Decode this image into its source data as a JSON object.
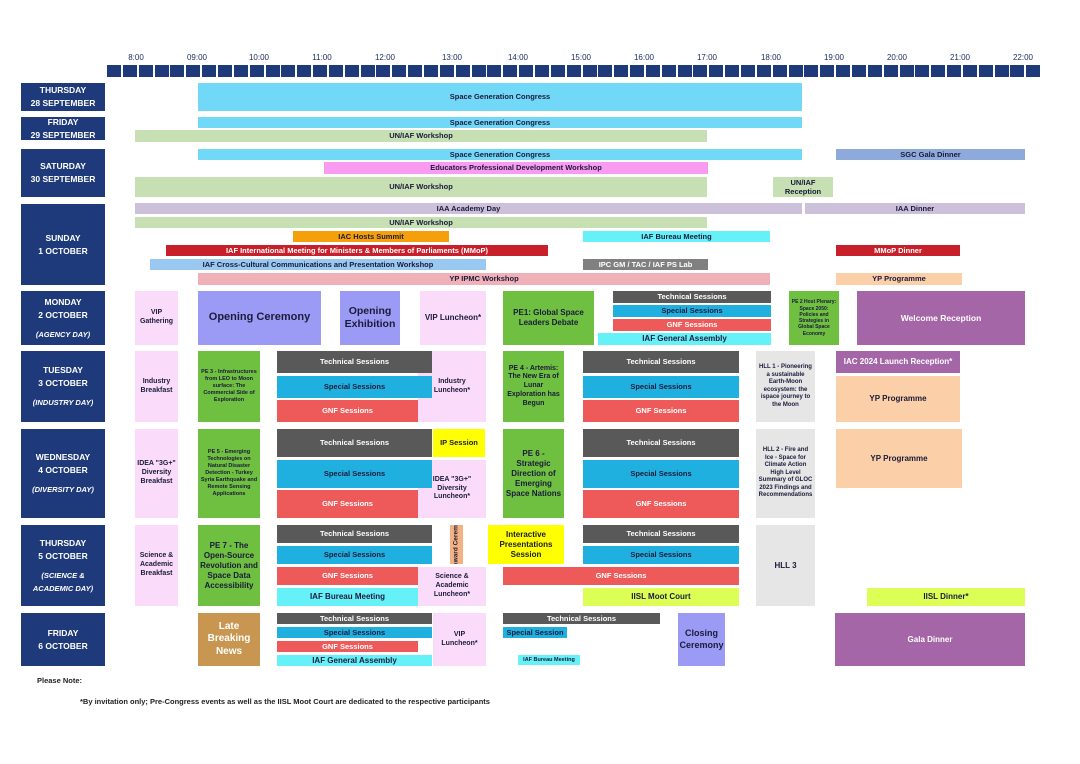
{
  "timeline": [
    "8:00",
    "09:00",
    "10:00",
    "11:00",
    "12:00",
    "13:00",
    "14:00",
    "15:00",
    "16:00",
    "17:00",
    "18:00",
    "19:00",
    "20:00",
    "21:00",
    "22:00"
  ],
  "days": [
    {
      "name": "THURSDAY",
      "date": "28 SEPTEMBER",
      "theme": ""
    },
    {
      "name": "FRIDAY",
      "date": "29 SEPTEMBER",
      "theme": ""
    },
    {
      "name": "SATURDAY",
      "date": "30 SEPTEMBER",
      "theme": ""
    },
    {
      "name": "SUNDAY",
      "date": "1 OCTOBER",
      "theme": ""
    },
    {
      "name": "MONDAY",
      "date": "2 OCTOBER",
      "theme": "(AGENCY DAY)"
    },
    {
      "name": "TUESDAY",
      "date": "3 OCTOBER",
      "theme": "(INDUSTRY DAY)"
    },
    {
      "name": "WEDNESDAY",
      "date": "4 OCTOBER",
      "theme": "(DIVERSITY DAY)"
    },
    {
      "name": "THURSDAY",
      "date": "5 OCTOBER",
      "theme": "(SCIENCE & ACADEMIC DAY)"
    },
    {
      "name": "FRIDAY",
      "date": "6 OCTOBER",
      "theme": ""
    }
  ],
  "colors": {
    "header": "#1f3a7a",
    "sgc": "#72d8f8",
    "workshop": "#c6e0b4",
    "technical": "#595959",
    "special": "#1fb0e0",
    "gnf": "#ee5a5a",
    "plenary": "#6fbf40",
    "ceremony": "#9b9bf5",
    "reception": "#a566a8"
  },
  "events": [
    {
      "label": "Space Generation Congress"
    },
    {
      "label": "Space Generation Congress"
    },
    {
      "label": "UN/IAF Workshop"
    },
    {
      "label": "Space Generation Congress"
    },
    {
      "label": "SGC Gala Dinner"
    },
    {
      "label": "Educators Professional Development Workshop"
    },
    {
      "label": "UN/IAF Workshop"
    },
    {
      "label": "UN/IAF Reception"
    },
    {
      "label": "IAA Academy Day"
    },
    {
      "label": "IAA Dinner"
    },
    {
      "label": "UN/IAF Workshop"
    },
    {
      "label": "IAC Hosts Summit"
    },
    {
      "label": "IAF International Meeting for Ministers & Members of Parliaments (MMoP)"
    },
    {
      "label": "IAF Bureau Meeting"
    },
    {
      "label": "MMoP Dinner"
    },
    {
      "label": "IAF Cross-Cultural Communications and Presentation Workshop"
    },
    {
      "label": "IPC GM / TAC / IAF PS Lab"
    },
    {
      "label": "YP IPMC Workshop"
    },
    {
      "label": "YP Programme"
    },
    {
      "label": "VIP Gathering"
    },
    {
      "label": "Opening Ceremony"
    },
    {
      "label": "Opening Exhibition"
    },
    {
      "label": "VIP Luncheon*"
    },
    {
      "label": "PE1: Global Space Leaders Debate"
    },
    {
      "label": "Technical Sessions"
    },
    {
      "label": "Special Sessions"
    },
    {
      "label": "GNF Sessions"
    },
    {
      "label": "IAF General Assembly"
    },
    {
      "label": "PE 2 Host Plenary: Space 2050: Policies and Strategies in Global Space Economy"
    },
    {
      "label": "Welcome Reception"
    },
    {
      "label": "Industry Breakfast"
    },
    {
      "label": "PE 3 - Infrastructures from LEO to Moon surface: The Commercial Side of Exploration"
    },
    {
      "label": "Technical Sessions"
    },
    {
      "label": "Special Sessions"
    },
    {
      "label": "GNF Sessions"
    },
    {
      "label": "Industry Luncheon*"
    },
    {
      "label": "PE 4 - Artemis: The New Era of Lunar Exploration has Begun"
    },
    {
      "label": "Technical Sessions"
    },
    {
      "label": "Special Sessions"
    },
    {
      "label": "GNF Sessions"
    },
    {
      "label": "HLL 1 - Pioneering a sustainable Earth-Moon ecosystem: the ispace journey to the Moon"
    },
    {
      "label": "IAC 2024 Launch Reception*"
    },
    {
      "label": "YP Programme"
    },
    {
      "label": "IDEA \"3G+\" Diversity Breakfast"
    },
    {
      "label": "PE 5 - Emerging Technologies on Natural Disaster Detection - Turkey Syria Earthquake and Remote Sensing Applications"
    },
    {
      "label": "Technical Sessions"
    },
    {
      "label": "Special Sessions"
    },
    {
      "label": "GNF Sessions"
    },
    {
      "label": "IP Session"
    },
    {
      "label": "IDEA \"3G+\" Diversity Luncheon*"
    },
    {
      "label": "PE 6 - Strategic Direction of Emerging Space Nations"
    },
    {
      "label": "Technical Sessions"
    },
    {
      "label": "Special Sessions"
    },
    {
      "label": "GNF Sessions"
    },
    {
      "label": "HLL 2 - Fire and Ice - Space for Climate Action High Level Summary of GLOC 2023 Findings and Recommendations"
    },
    {
      "label": "YP Programme"
    },
    {
      "label": "Science & Academic Breakfast"
    },
    {
      "label": "PE 7 - The Open-Source Revolution and Space Data Accessibility"
    },
    {
      "label": "Technical Sessions"
    },
    {
      "label": "Special Sessions"
    },
    {
      "label": "GNF Sessions"
    },
    {
      "label": "IAF Bureau Meeting"
    },
    {
      "label": "IP Award Ceremony"
    },
    {
      "label": "Interactive Presentations Session"
    },
    {
      "label": "Science & Academic Luncheon*"
    },
    {
      "label": "Technical Sessions"
    },
    {
      "label": "Special Sessions"
    },
    {
      "label": "GNF Sessions"
    },
    {
      "label": "IISL Moot Court"
    },
    {
      "label": "HLL 3"
    },
    {
      "label": "IISL Dinner*"
    },
    {
      "label": "Late Breaking News"
    },
    {
      "label": "Technical Sessions"
    },
    {
      "label": "Special Sessions"
    },
    {
      "label": "GNF Sessions"
    },
    {
      "label": "IAF General Assembly"
    },
    {
      "label": "VIP Luncheon*"
    },
    {
      "label": "Technical Sessions"
    },
    {
      "label": "Special Session"
    },
    {
      "label": "IAF Bureau Meeting"
    },
    {
      "label": "Closing Ceremony"
    },
    {
      "label": "Gala Dinner"
    }
  ],
  "note": {
    "title": "Please Note:",
    "text": "*By invitation only; Pre-Congress events as well as the IISL Moot Court are dedicated to the respective participants"
  }
}
